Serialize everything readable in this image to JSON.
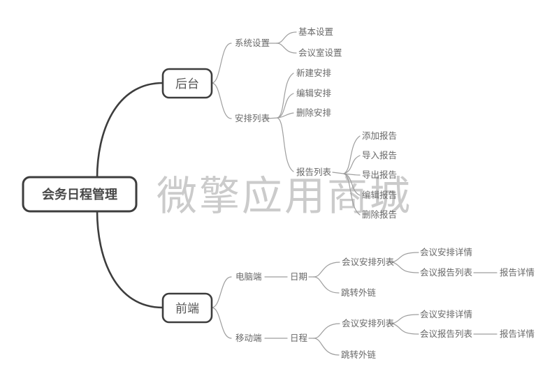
{
  "watermark": "微擎应用商城",
  "colors": {
    "background": "#ffffff",
    "trunk": "#3d3d3d",
    "branch_line": "#9e9e9e",
    "root_text": "#484848",
    "box_text": "#565656",
    "leaf_text": "#686868",
    "watermark": "#cbcbcb"
  },
  "tree": {
    "label": "会务日程管理",
    "children": [
      {
        "label": "后台",
        "children": [
          {
            "label": "系统设置",
            "children": [
              {
                "label": "基本设置"
              },
              {
                "label": "会议室设置"
              }
            ]
          },
          {
            "label": "安排列表",
            "children": [
              {
                "label": "新建安排"
              },
              {
                "label": "编辑安排"
              },
              {
                "label": "删除安排"
              },
              {
                "label": "报告列表",
                "children": [
                  {
                    "label": "添加报告"
                  },
                  {
                    "label": "导入报告"
                  },
                  {
                    "label": "导出报告"
                  },
                  {
                    "label": "编辑报告"
                  },
                  {
                    "label": "删除报告"
                  }
                ]
              }
            ]
          }
        ]
      },
      {
        "label": "前端",
        "children": [
          {
            "label": "电脑端",
            "children": [
              {
                "label": "日期",
                "children": [
                  {
                    "label": "会议安排列表",
                    "children": [
                      {
                        "label": "会议安排详情"
                      },
                      {
                        "label": "会议报告列表",
                        "children": [
                          {
                            "label": "报告详情"
                          }
                        ]
                      }
                    ]
                  },
                  {
                    "label": "跳转外链"
                  }
                ]
              }
            ]
          },
          {
            "label": "移动端",
            "children": [
              {
                "label": "日程",
                "children": [
                  {
                    "label": "会议安排列表",
                    "children": [
                      {
                        "label": "会议安排详情"
                      },
                      {
                        "label": "会议报告列表",
                        "children": [
                          {
                            "label": "报告详情"
                          }
                        ]
                      }
                    ]
                  },
                  {
                    "label": "跳转外链"
                  }
                ]
              }
            ]
          }
        ]
      }
    ]
  }
}
